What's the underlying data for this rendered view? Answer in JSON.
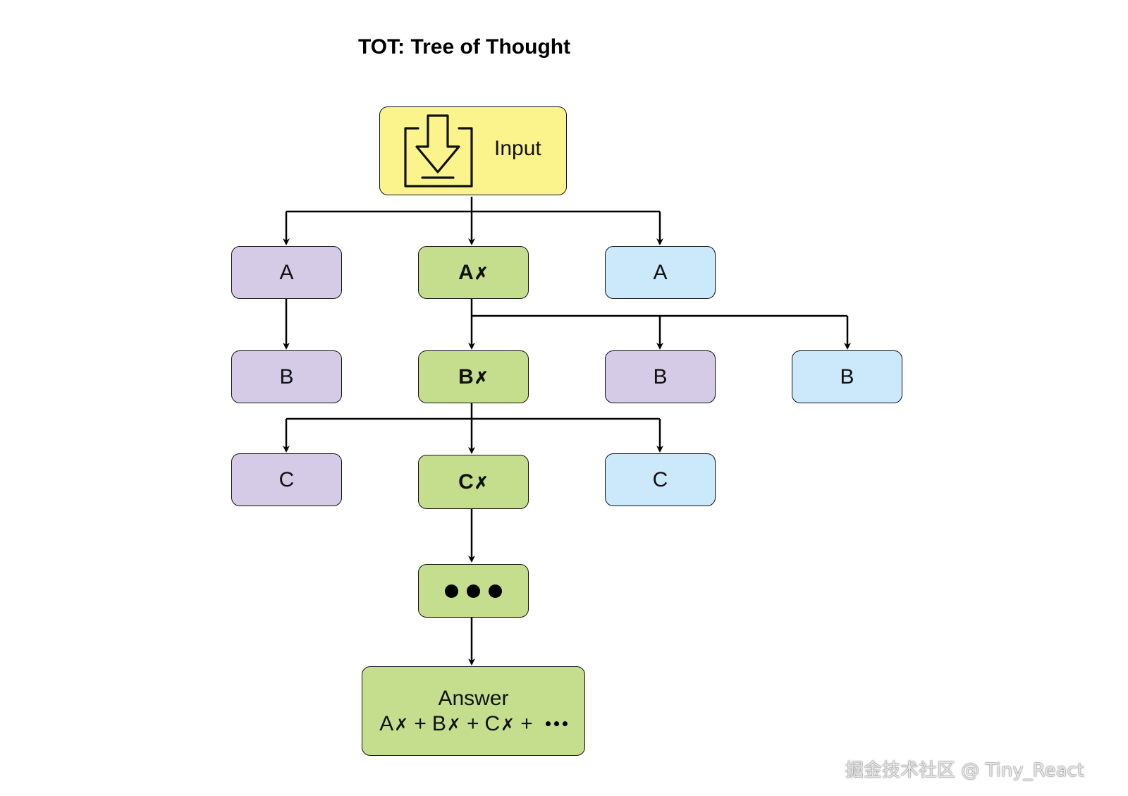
{
  "title": "TOT: Tree of Thought",
  "colors": {
    "yellow": "#fbf48c",
    "purple": "#d5cbe7",
    "green": "#c5de8d",
    "blue": "#cbe9fb",
    "stroke": "#111111"
  },
  "nodes": {
    "input": {
      "label": "Input",
      "icon": "download-tray-icon"
    },
    "a_purple": {
      "label": "A"
    },
    "a_green": {
      "label": "A",
      "mark": "✗"
    },
    "a_blue": {
      "label": "A"
    },
    "b_purple_left": {
      "label": "B"
    },
    "b_green": {
      "label": "B",
      "mark": "✗"
    },
    "b_purple_right": {
      "label": "B"
    },
    "b_blue": {
      "label": "B"
    },
    "c_purple": {
      "label": "C"
    },
    "c_green": {
      "label": "C",
      "mark": "✗"
    },
    "c_blue": {
      "label": "C"
    },
    "ellipsis": {
      "icon": "ellipsis-dots-icon"
    },
    "answer": {
      "line1": "Answer",
      "terms": [
        "A",
        "B",
        "C"
      ],
      "mark": "✗",
      "plus": "+"
    }
  },
  "watermark": "掘金技术社区 @ Tiny_React"
}
